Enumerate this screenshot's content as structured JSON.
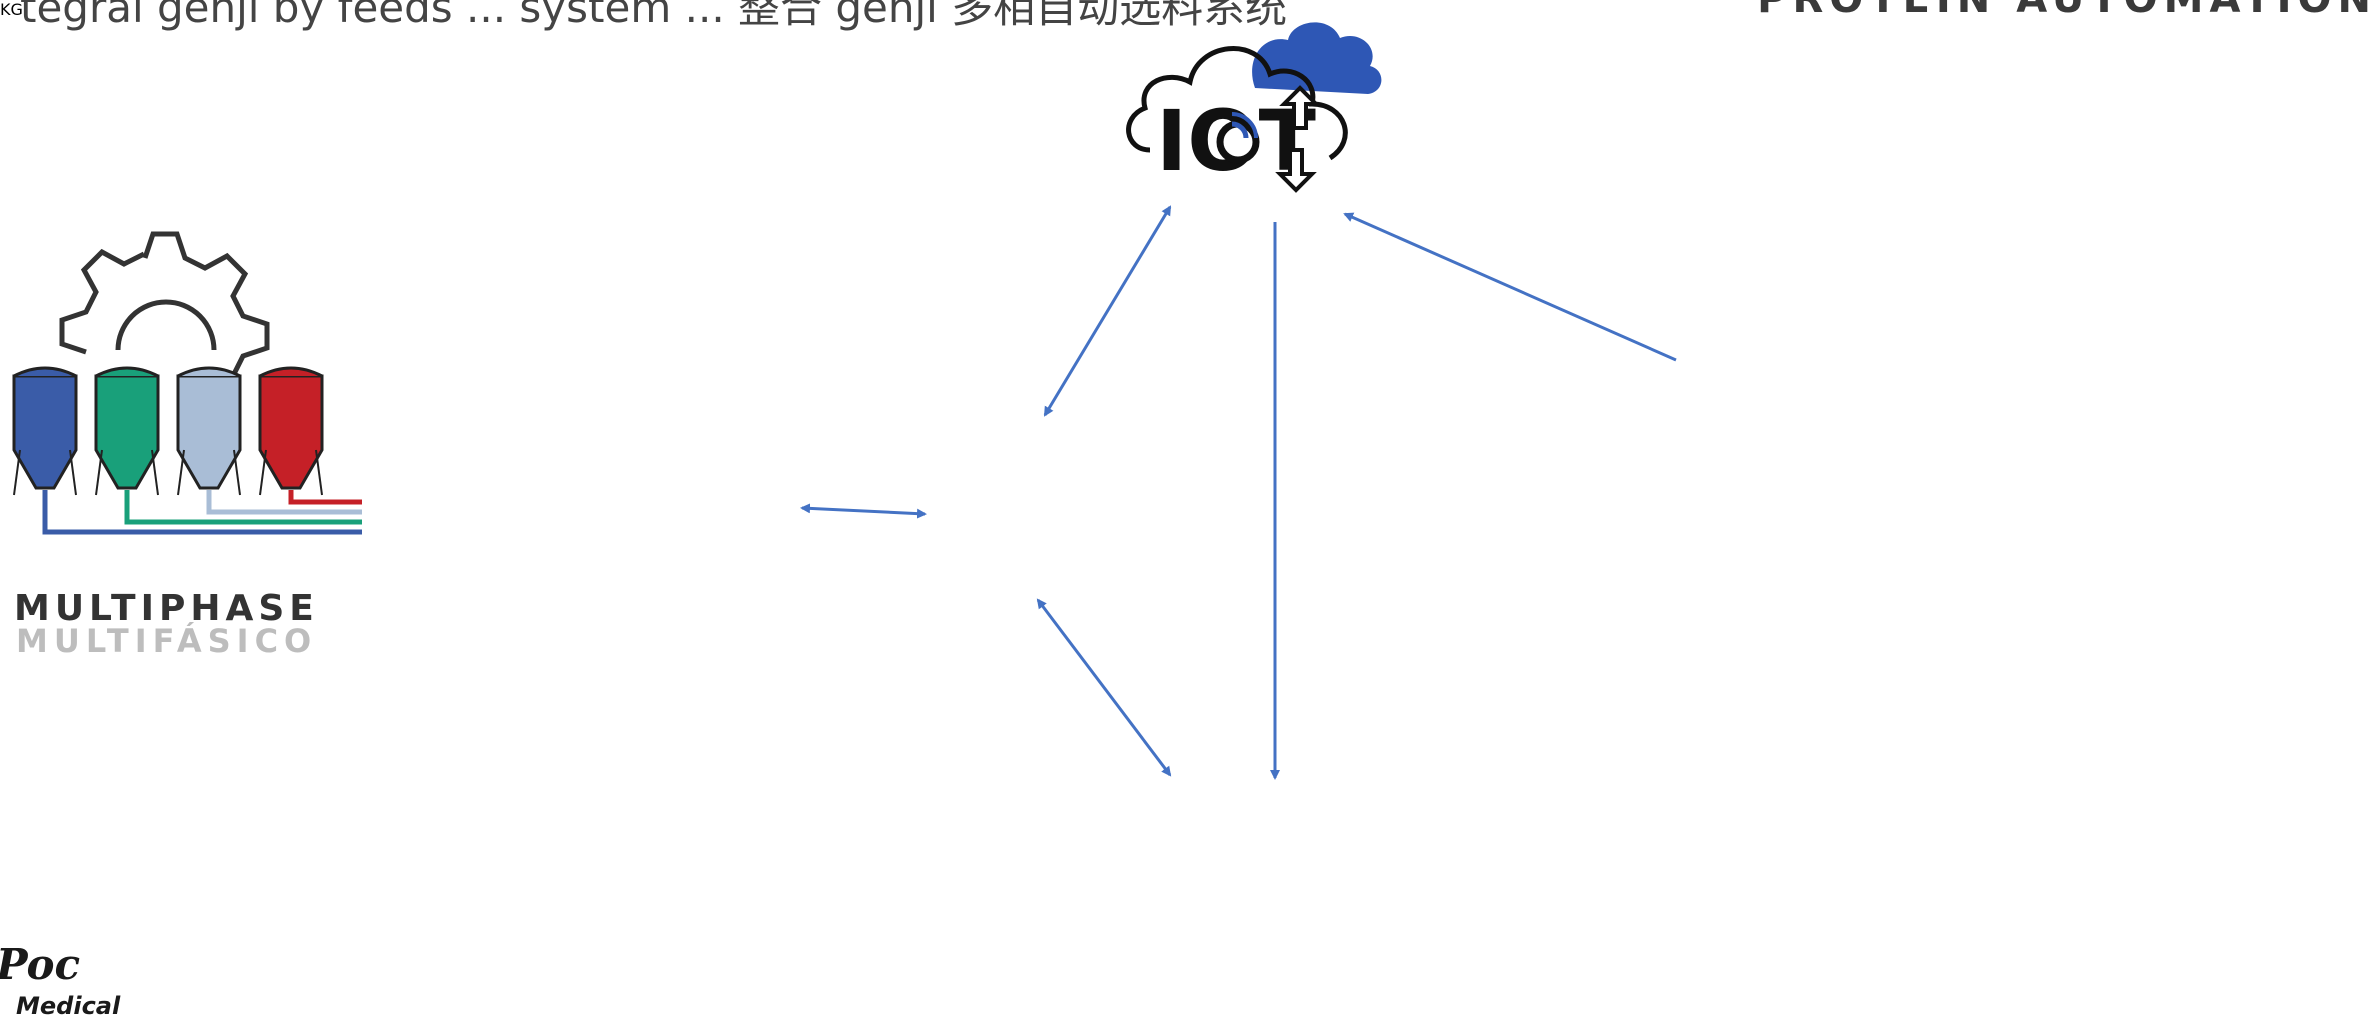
{
  "header": {
    "caption": "tegral genji by feeds ... system ... 整合 genji 多相自动选料系统",
    "brand": "PROTEIN AUTOMATION"
  },
  "multiphase": {
    "title": "MULTIPHASE",
    "subtitle": "MULTIFÁSICO",
    "silo_colors": [
      "#3a5ca8",
      "#19a07a",
      "#a9bdd6",
      "#c52027"
    ]
  },
  "iot": {
    "label": "IOT"
  },
  "devices": {
    "tablet_badge": "KG"
  },
  "logo": {
    "line1": "Poc",
    "line2": "Medical"
  },
  "colors": {
    "accent_blue": "#3a5ca8",
    "arrow_blue": "#4472c4",
    "cloud_blue": "#2e57b5",
    "station_navy": "#1d2a6e"
  }
}
